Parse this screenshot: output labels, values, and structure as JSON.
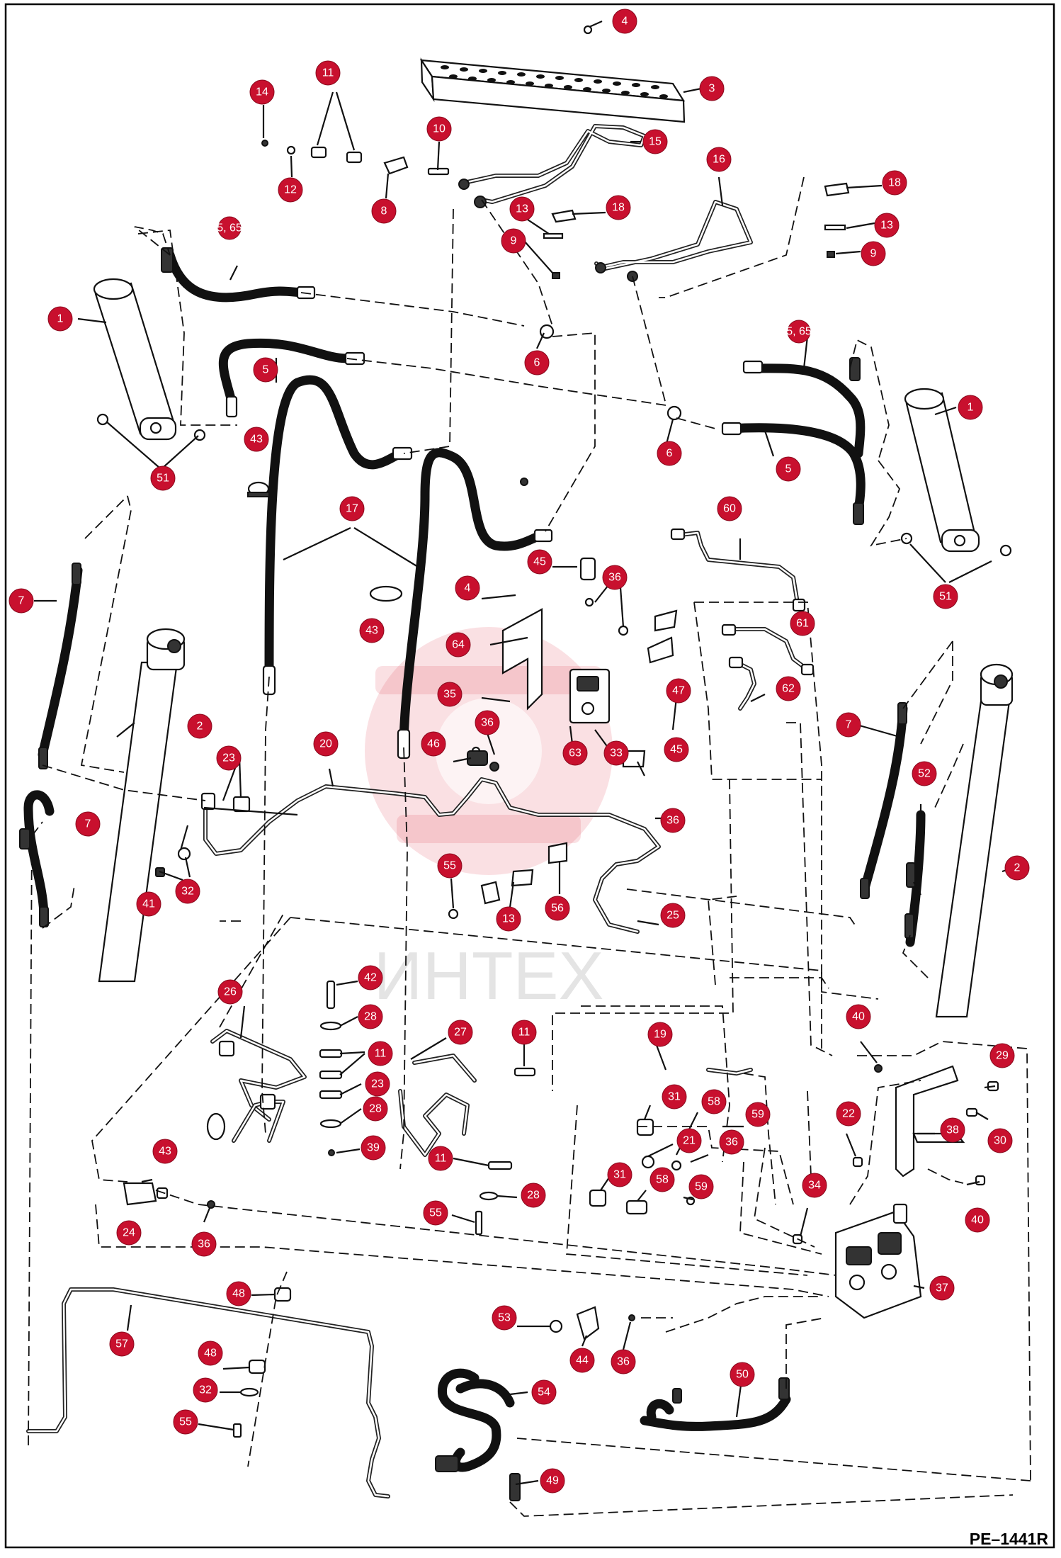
{
  "drawing_reference": "PE–1441R",
  "watermark": "ИНТЕХ",
  "colors": {
    "badge": "#c8102e",
    "badge_text": "#ffffff",
    "line": "#111111"
  },
  "callouts": [
    "1",
    "2",
    "3",
    "4",
    "5",
    "5, 65",
    "6",
    "7",
    "8",
    "9",
    "10",
    "11",
    "12",
    "13",
    "14",
    "15",
    "16",
    "17",
    "18",
    "19",
    "20",
    "21",
    "22",
    "23",
    "24",
    "25",
    "26",
    "27",
    "28",
    "29",
    "30",
    "31",
    "32",
    "33",
    "34",
    "35",
    "36",
    "37",
    "38",
    "39",
    "40",
    "41",
    "42",
    "43",
    "44",
    "45",
    "46",
    "47",
    "48",
    "49",
    "50",
    "51",
    "52",
    "53",
    "54",
    "55",
    "56",
    "57",
    "58",
    "59",
    "60",
    "61",
    "62",
    "63",
    "64",
    "65"
  ]
}
